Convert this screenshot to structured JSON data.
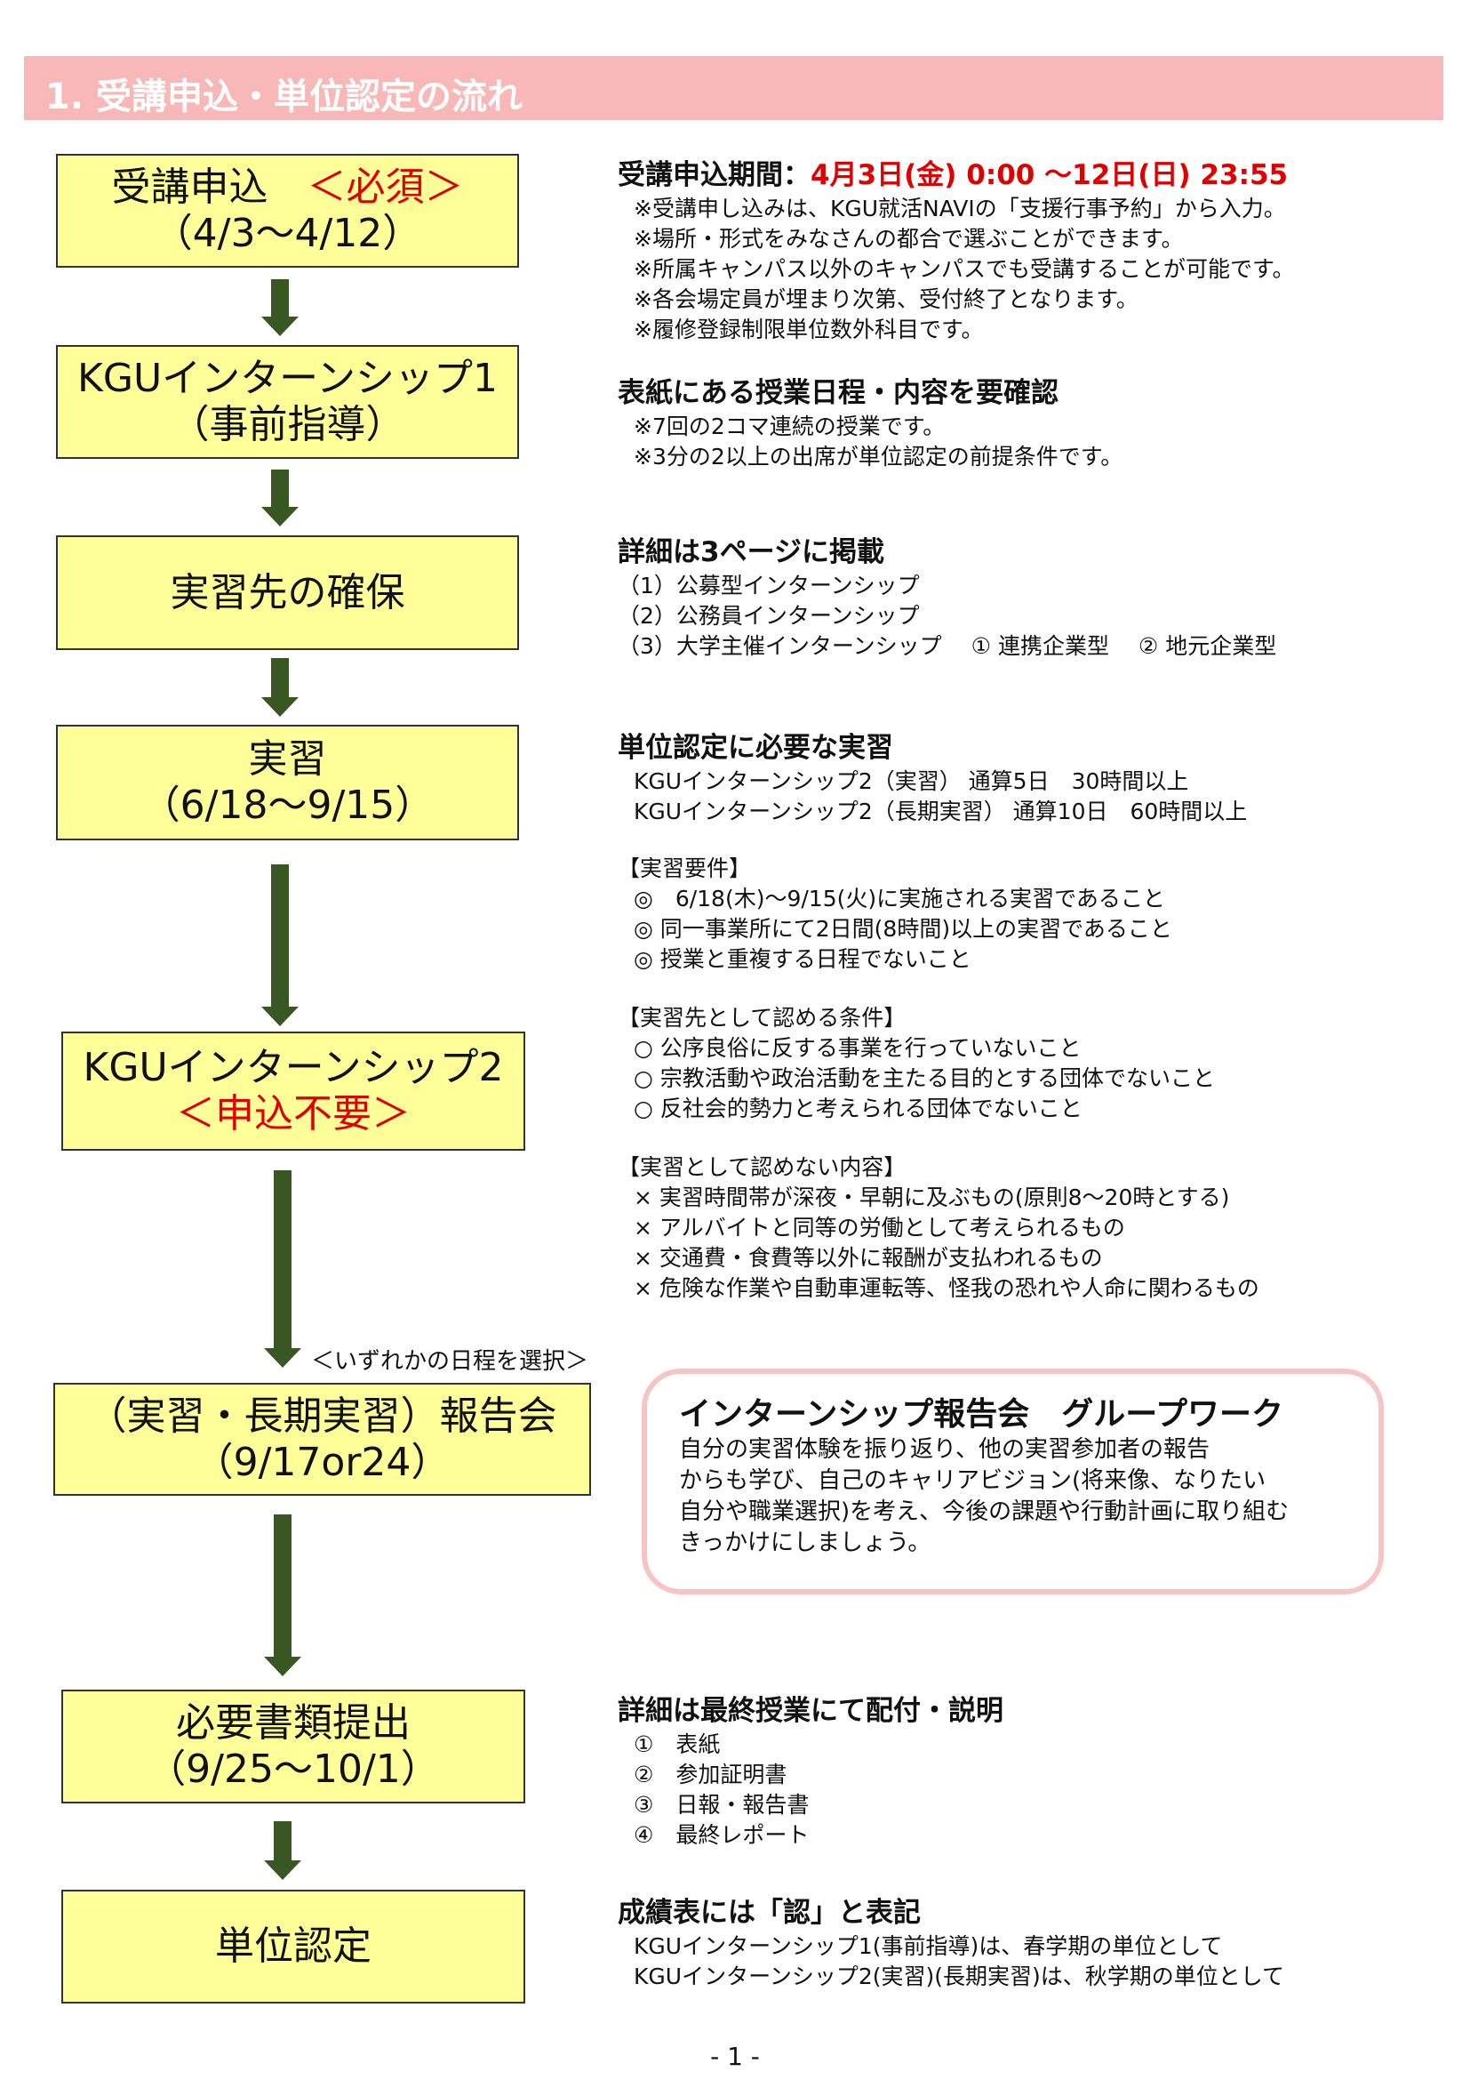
{
  "header": {
    "title": "1. 受講申込・単位認定の流れ"
  },
  "flow": [
    {
      "line1": "受講申込",
      "line1_red": "＜必須＞",
      "line2": "（4/3〜4/12）"
    },
    {
      "line1": "KGUインターンシップ1",
      "line2": "（事前指導）"
    },
    {
      "line1": "実習先の確保"
    },
    {
      "line1": "実習",
      "line2": "（6/18〜9/15）"
    },
    {
      "line1": "KGUインターンシップ2",
      "line2_red": "＜申込不要＞"
    },
    {
      "line1": "（実習・長期実習）報告会",
      "line2": "（9/17or24）"
    },
    {
      "line1": "必要書類提出",
      "line2": "（9/25〜10/1）"
    },
    {
      "line1": "単位認定"
    }
  ],
  "select_note": "＜いずれかの日程を選択＞",
  "sections": {
    "apply": {
      "heading": "受講申込期間：",
      "heading_red": "4月3日(金) 0:00 〜12日(日) 23:55",
      "items": [
        "※受講申し込みは、KGU就活NAVIの「支援行事予約」から入力。",
        "※場所・形式をみなさんの都合で選ぶことができます。",
        "※所属キャンパス以外のキャンパスでも受講することが可能です。",
        "※各会場定員が埋まり次第、受付終了となります。",
        "※履修登録制限単位数外科目です。"
      ]
    },
    "schedule": {
      "heading": "表紙にある授業日程・内容を要確認",
      "items": [
        "※7回の2コマ連続の授業です。",
        "※3分の2以上の出席が単位認定の前提条件です。"
      ]
    },
    "placement": {
      "heading": "詳細は3ページに掲載",
      "items": [
        "（1）公募型インターンシップ",
        "（2）公務員インターンシップ",
        "（3）大学主催インターンシップ　 ① 連携企業型　 ② 地元企業型"
      ]
    },
    "practice": {
      "heading": "単位認定に必要な実習",
      "items": [
        "KGUインターンシップ2（実習） 通算5日　30時間以上",
        "KGUインターンシップ2（長期実習） 通算10日　60時間以上"
      ]
    },
    "requirements": {
      "heading": "【実習要件】",
      "items": [
        "◎　6/18(木)〜9/15(火)に実施される実習であること",
        "◎ 同一事業所にて2日間(8時間)以上の実習であること",
        "◎ 授業と重複する日程でないこと"
      ]
    },
    "conditions": {
      "heading": "【実習先として認める条件】",
      "items": [
        "○ 公序良俗に反する事業を行っていないこと",
        "○ 宗教活動や政治活動を主たる目的とする団体でないこと",
        "○ 反社会的勢力と考えられる団体でないこと"
      ]
    },
    "excluded": {
      "heading": "【実習として認めない内容】",
      "items": [
        "× 実習時間帯が深夜・早朝に及ぶもの(原則8〜20時とする)",
        "× アルバイトと同等の労働として考えられるもの",
        "× 交通費・食費等以外に報酬が支払われるもの",
        "× 危険な作業や自動車運転等、怪我の恐れや人命に関わるもの"
      ]
    },
    "documents": {
      "heading": "詳細は最終授業にて配付・説明",
      "items": [
        "①　表紙",
        "②　参加証明書",
        "③　日報・報告書",
        "④　最終レポート"
      ]
    },
    "grades": {
      "heading": "成績表には「認」と表記",
      "items": [
        "KGUインターンシップ1(事前指導)は、春学期の単位として",
        "KGUインターンシップ2(実習)(長期実習)は、秋学期の単位として"
      ]
    }
  },
  "report_box": {
    "title": "インターンシップ報告会　グループワーク",
    "lines": [
      "自分の実習体験を振り返り、他の実習参加者の報告",
      "からも学び、自己のキャリアビジョン(将来像、なりたい",
      "自分や職業選択)を考え、今後の課題や行動計画に取り組む",
      "きっかけにしましょう。"
    ]
  },
  "page_number": "- 1 -",
  "colors": {
    "header": "#f8b8b8",
    "box": "#ffff99",
    "arrow": "#385723",
    "accent": "#e00000"
  }
}
